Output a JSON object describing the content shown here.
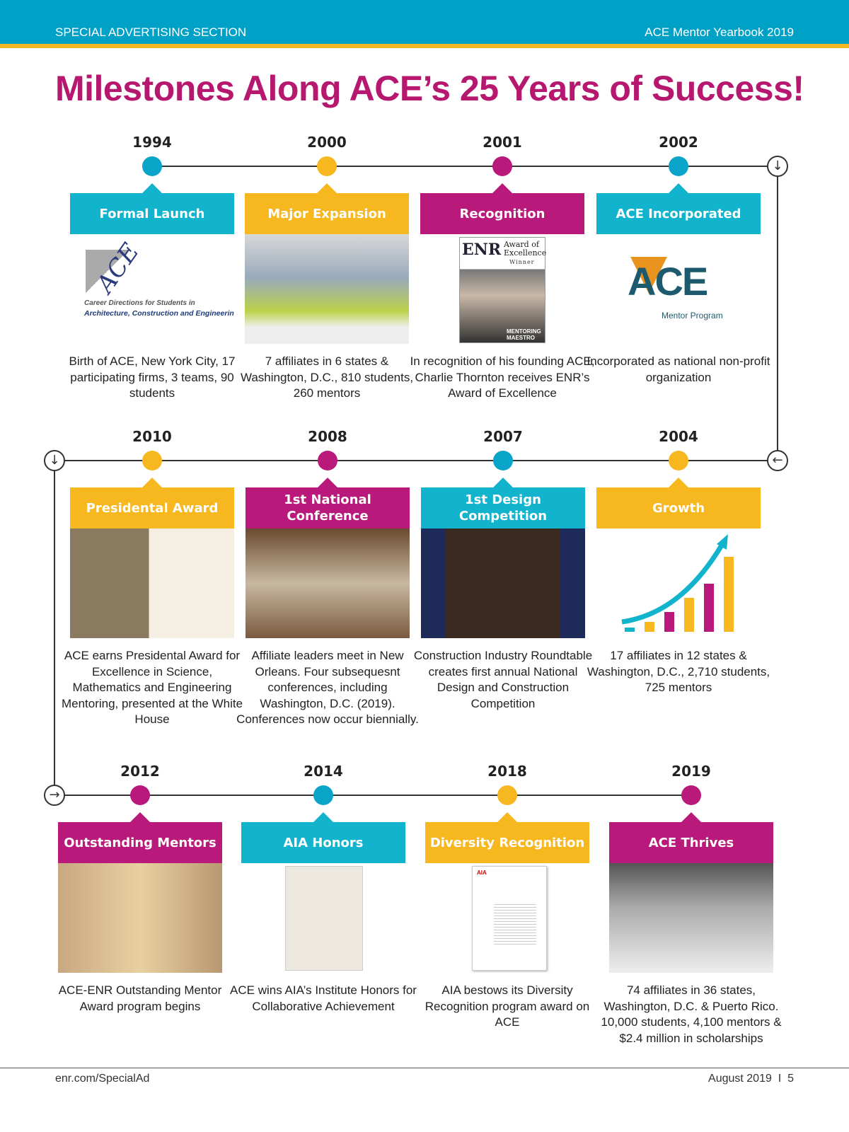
{
  "header": {
    "left": "SPECIAL ADVERTISING SECTION",
    "right": "ACE Mentor Yearbook 2019"
  },
  "title": "Milestones Along ACE’s 25 Years of Success!",
  "colors": {
    "teal": "#12b3cc",
    "gold": "#f7b71e",
    "magenta": "#b8197a",
    "dot_teal": "#0ba4c9"
  },
  "milestones": [
    {
      "year": "1994",
      "heading": "Formal Launch",
      "color": "teal",
      "image": "ace-original-logo",
      "logo_text": [
        "Career Directions for Students in",
        "Architecture, Construction and Engineering"
      ],
      "caption": "Birth of ACE, New York City, 17 participating firms, 3 teams, 90 students"
    },
    {
      "year": "2000",
      "heading": "Major Expansion",
      "color": "gold",
      "image": "site-visit-photo",
      "caption": "7 affiliates in 6 states & Washington, D.C., 810 students, 260 mentors"
    },
    {
      "year": "2001",
      "heading": "Recognition",
      "color": "magenta",
      "image": "enr-magazine-cover",
      "cover_text": [
        "ENR",
        "Award of Excellence",
        "Winner",
        "MENTORING MAESTRO"
      ],
      "caption": "In recognition of his founding ACE, Charlie Thornton receives ENR’s Award of Excellence"
    },
    {
      "year": "2002",
      "heading": "ACE Incorporated",
      "color": "teal",
      "image": "ace-mentor-logo",
      "logo_text": [
        "ACE",
        "Mentor Program"
      ],
      "caption": "Incorporated as national non-profit organization"
    },
    {
      "year": "2004",
      "heading": "Growth",
      "color": "gold",
      "image": "growth-chart-graphic",
      "caption": "17 affiliates in 12 states & Washington, D.C., 2,710 students, 725 mentors"
    },
    {
      "year": "2007",
      "heading": "1st Design Competition",
      "color": "teal",
      "image": "competition-photo",
      "caption": "Construction Industry Roundtable creates first annual National Design and Construction Competition"
    },
    {
      "year": "2008",
      "heading": "1st National Conference",
      "color": "magenta",
      "image": "conference-photo",
      "caption": "Affiliate leaders meet in New Orleans. Four subsequesnt conferences, including Washington, D.C. (2019). Conferences now occur biennially."
    },
    {
      "year": "2010",
      "heading": "Presidental Award",
      "color": "gold",
      "image": "white-house-photo",
      "caption": "ACE earns Presidental Award for Excellence in Science, Mathematics and Engineering Mentoring, presented at the White House"
    },
    {
      "year": "2012",
      "heading": "Outstanding Mentors",
      "color": "magenta",
      "image": "mentors-photo",
      "caption": "ACE-ENR Outstanding Mentor Award program begins"
    },
    {
      "year": "2014",
      "heading": "AIA Honors",
      "color": "teal",
      "image": "aia-certificate",
      "caption": "ACE wins AIA’s Institute Honors for Collaborative Achievement"
    },
    {
      "year": "2018",
      "heading": "Diversity Recognition",
      "color": "gold",
      "image": "aia-letter",
      "letter_text": "AIA",
      "caption": "AIA bestows its Diversity Recognition program award on ACE"
    },
    {
      "year": "2019",
      "heading": "ACE Thrives",
      "color": "magenta",
      "image": "students-photo",
      "caption": "74 affiliates in 36 states, Washington, D.C. & Puerto Rico. 10,000 students, 4,100 mentors & $2.4 million in scholarships"
    }
  ],
  "footer": {
    "left": "enr.com/SpecialAd",
    "right": "August 2019  I  5"
  }
}
